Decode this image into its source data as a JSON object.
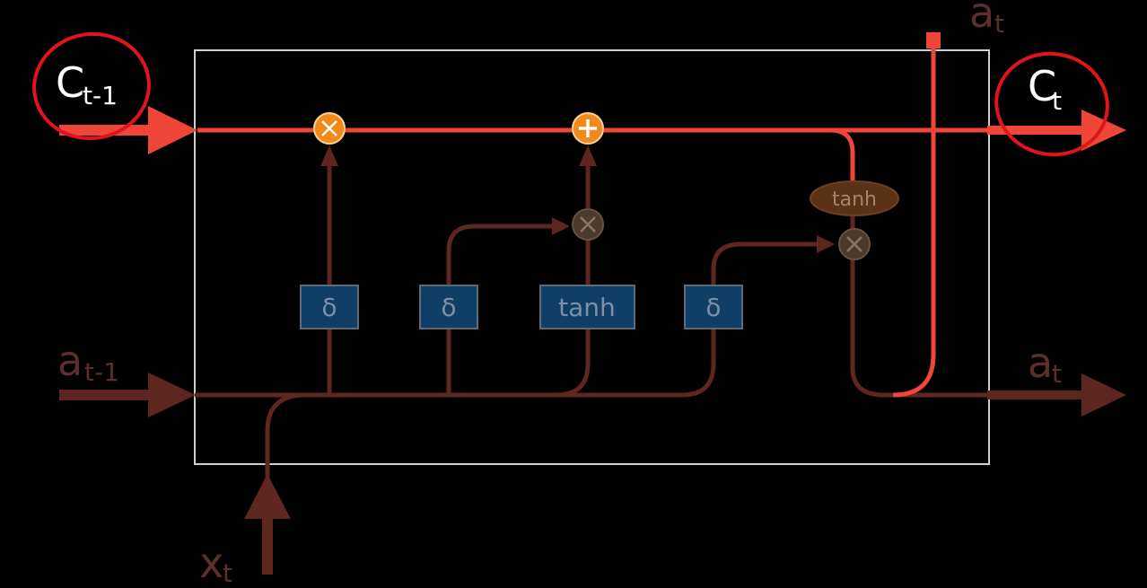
{
  "labels": {
    "c_prev": {
      "main": "C",
      "sub": "t-1"
    },
    "c_next": {
      "main": "C",
      "sub": "t"
    },
    "a_prev": {
      "main": "a",
      "sub": "t-1"
    },
    "a_next": {
      "main": "a",
      "sub": "t"
    },
    "x_in": {
      "main": "x",
      "sub": "t"
    },
    "a_top": {
      "main": "a",
      "sub": "t"
    }
  },
  "gates": {
    "forget": "δ",
    "input": "δ",
    "candidate": "tanh",
    "output": "δ",
    "cell_tanh": "tanh"
  },
  "ops": {
    "forget_mult": "×",
    "cell_add": "+",
    "input_mult": "×",
    "output_mult": "×"
  },
  "colors": {
    "cell_line": "#f0463a",
    "hidden_line": "#5e2620",
    "gate_fill": "#0f3e66",
    "gate_border": "#5e6a78",
    "op_highlight": "#f08a1a",
    "op_dim": "#4a3a30",
    "tanh_oval": "#5a3215",
    "highlight_circle": "#e0141a",
    "box_border": "#cfcfcf"
  }
}
